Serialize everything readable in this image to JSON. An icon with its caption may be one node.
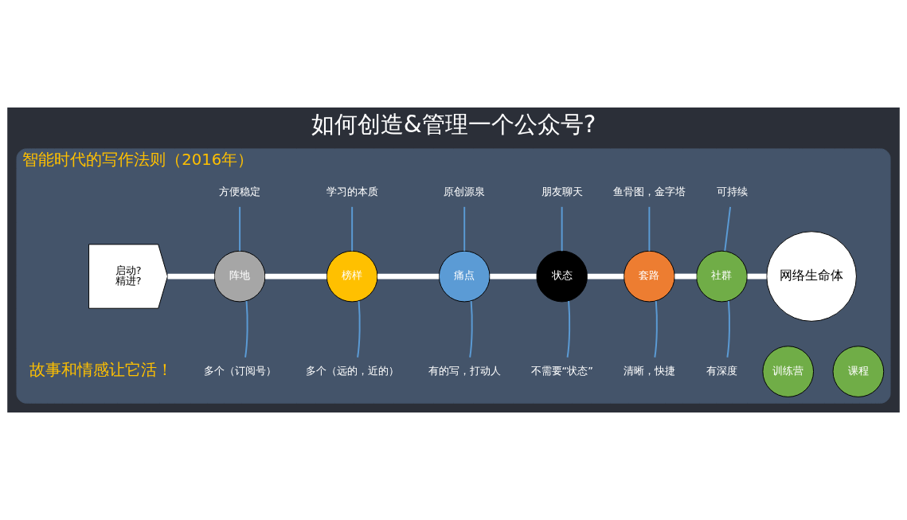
{
  "diagram": {
    "title": "如何创造&管理一个公众号?",
    "nodes": [
      {
        "text": [
          "智能时代的写作法则（2016年）"
        ]
      },
      {
        "text": [
          "启动?",
          "精进?"
        ],
        "in": 0
      },
      {
        "text": [
          "阵地"
        ],
        "in": 0
      },
      {
        "text": [
          "榜样"
        ],
        "in": 0
      },
      {
        "text": [
          "痛点"
        ],
        "in": 0
      },
      {
        "text": [
          "状态"
        ],
        "in": 0
      },
      {
        "text": [
          "套路"
        ],
        "in": 0
      },
      {
        "text": [
          "社群"
        ],
        "in": 0
      },
      {
        "text": [
          "网络生命体"
        ],
        "in": 0
      },
      {
        "text": [
          "方便稳定"
        ],
        "in": 0
      },
      {
        "text": [
          "多个（订阅号）"
        ],
        "in": 0
      },
      {
        "text": [
          "学习的本质"
        ],
        "in": 0
      },
      {
        "text": [
          "多个（远的，近的）"
        ],
        "in": 0
      },
      {
        "text": [
          "原创源泉"
        ],
        "in": 0
      },
      {
        "text": [
          "有的写，打动人"
        ],
        "in": 0
      },
      {
        "text": [
          "朋友聊天"
        ],
        "in": 0
      },
      {
        "text": [
          "不需要“状态”"
        ],
        "in": 0
      },
      {
        "text": [
          "鱼骨图，金字塔"
        ],
        "in": 0
      },
      {
        "text": [
          "清晰，快捷"
        ],
        "in": 0
      },
      {
        "text": [
          "可持续"
        ],
        "in": 0
      },
      {
        "text": [
          "有深度"
        ],
        "in": 0
      },
      {
        "text": [
          "课程"
        ],
        "in": 0
      },
      {
        "text": [
          "训练营"
        ],
        "in": 0
      }
    ],
    "edges": [
      {
        "from": 1,
        "to": 2,
        "arrow": "none",
        "style": "thick",
        "color": "#ffffff"
      },
      {
        "from": 2,
        "to": 3,
        "arrow": "none",
        "style": "thick",
        "color": "#ffffff"
      },
      {
        "from": 3,
        "to": 4,
        "arrow": "none",
        "style": "thick",
        "color": "#ffffff"
      },
      {
        "from": 4,
        "to": 5,
        "arrow": "none",
        "style": "thick",
        "color": "#ffffff"
      },
      {
        "from": 5,
        "to": 6,
        "arrow": "none",
        "style": "thick",
        "color": "#ffffff"
      },
      {
        "from": 6,
        "to": 7,
        "arrow": "none",
        "style": "thick",
        "color": "#ffffff"
      },
      {
        "from": 7,
        "to": 8,
        "arrow": "none",
        "style": "thick",
        "color": "#ffffff"
      },
      {
        "from": 9,
        "to": 2,
        "arrow": "none"
      },
      {
        "from": 10,
        "to": 2,
        "arrow": "none"
      },
      {
        "from": 11,
        "to": 3,
        "arrow": "none"
      },
      {
        "from": 12,
        "to": 3,
        "arrow": "none"
      },
      {
        "from": 13,
        "to": 4,
        "arrow": "none"
      },
      {
        "from": 14,
        "to": 4,
        "arrow": "none"
      },
      {
        "from": 15,
        "to": 5,
        "arrow": "none"
      },
      {
        "from": 16,
        "to": 5,
        "arrow": "none"
      },
      {
        "from": 17,
        "to": 6,
        "arrow": "none"
      },
      {
        "from": 18,
        "to": 6,
        "arrow": "none"
      },
      {
        "from": 19,
        "to": 7,
        "arrow": "none"
      },
      {
        "from": 20,
        "to": 7,
        "arrow": "none"
      }
    ],
    "labels": [
      "故事和情感让它活！"
    ]
  }
}
